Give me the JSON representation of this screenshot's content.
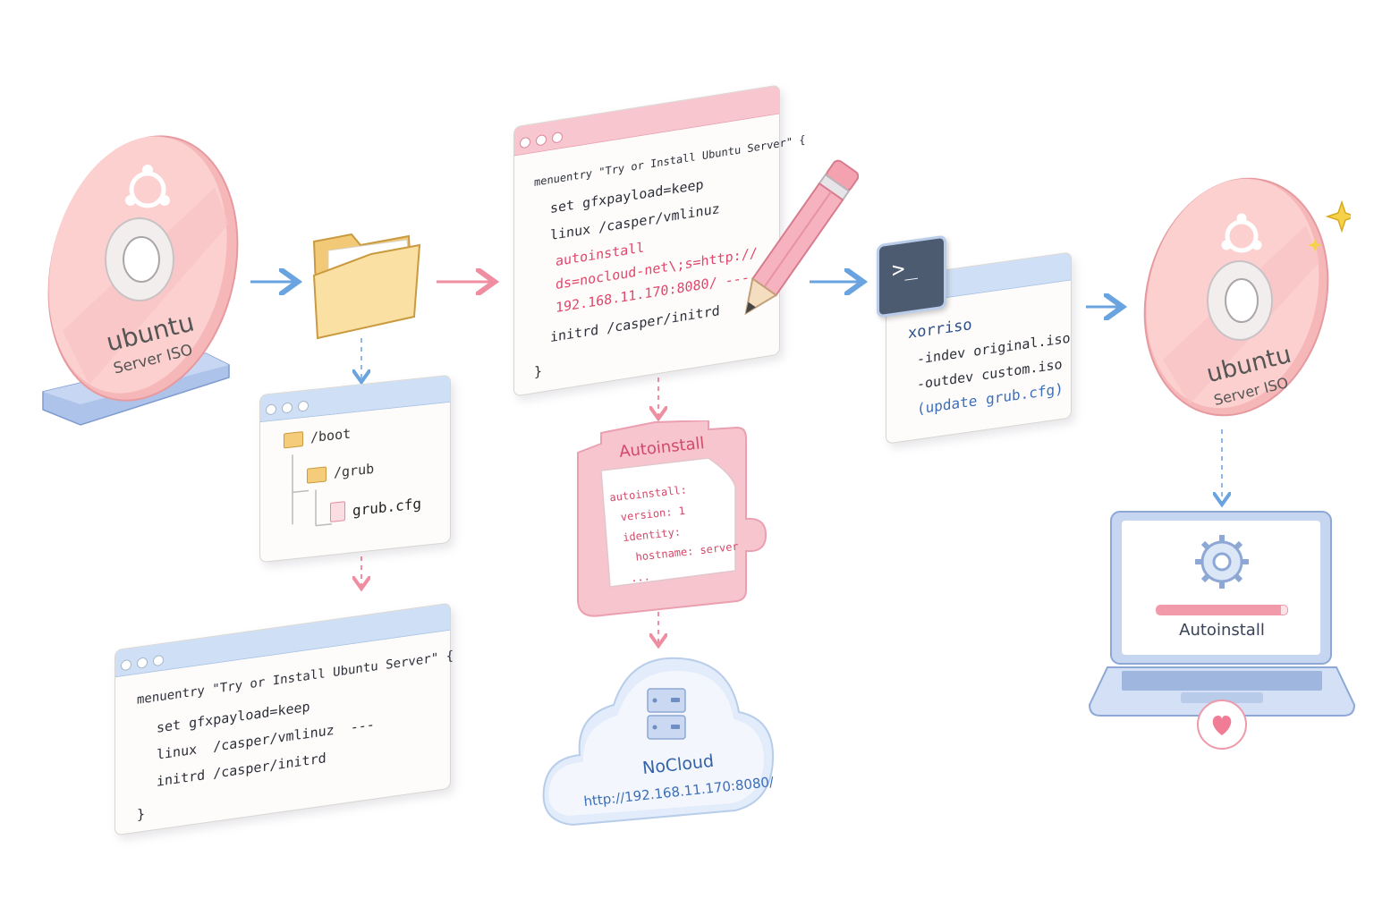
{
  "iso_left": {
    "brand": "ubuntu",
    "label": "Server ISO"
  },
  "iso_right": {
    "brand": "ubuntu",
    "label": "Server ISO"
  },
  "file_tree": {
    "boot": "/boot",
    "grub": "/grub",
    "file": "grub.cfg"
  },
  "original_cfg": {
    "lines": [
      "menuentry \"Try or Install Ubuntu Server\" {",
      "set gfxpayload=keep",
      "linux  /casper/vmlinuz  ---",
      "initrd /casper/initrd",
      "}"
    ]
  },
  "edited_cfg": {
    "line1": "menuentry \"Try or Install Ubuntu Server\" {",
    "line2": "set gfxpayload=keep",
    "line3": "linux /casper/vmlinuz",
    "line4": "autoinstall",
    "line5": "ds=nocloud-net\\;s=http://",
    "line6": "192.168.11.170:8080/ ---",
    "line7": "initrd /casper/initrd",
    "line8": "}"
  },
  "autoinstall_card": {
    "title": "Autoinstall",
    "lines": [
      "autoinstall:",
      "version: 1",
      "identity:",
      "hostname: server",
      "..."
    ]
  },
  "nocloud": {
    "title": "NoCloud",
    "url": "http://192.168.11.170:8080/"
  },
  "terminal": {
    "prompt": ">_",
    "cmd": "xorriso",
    "arg1": "-indev original.iso",
    "arg2": "-outdev custom.iso",
    "arg3": "(update grub.cfg)"
  },
  "laptop": {
    "label": "Autoinstall",
    "progress": 0.95
  },
  "colors": {
    "pink": "#f3a6b3",
    "blue": "#7fb0e6",
    "red_text": "#e0476a"
  }
}
